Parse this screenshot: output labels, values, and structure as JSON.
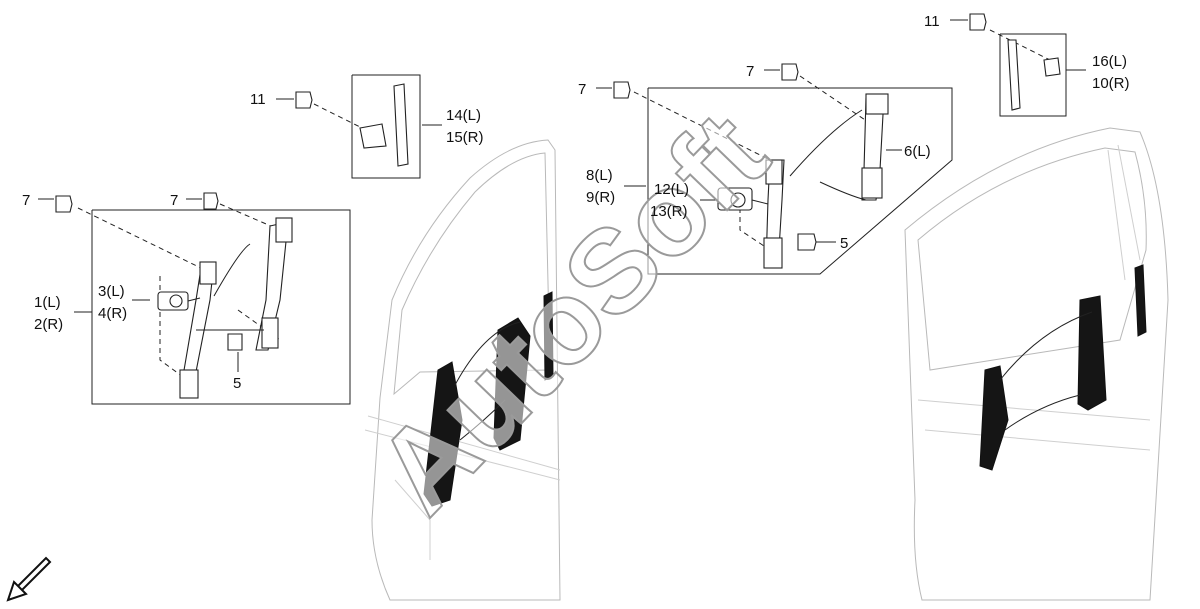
{
  "watermark": {
    "text": "AutoSoft"
  },
  "callouts": {
    "front_left_group": {
      "bolt_a": "7",
      "bolt_b": "7",
      "regulator_l": "1(L)",
      "regulator_r": "2(R)",
      "motor_l": "3(L)",
      "motor_r": "4(R)",
      "bolt_5": "5"
    },
    "front_channel": {
      "bolt": "11",
      "channel_l": "14(L)",
      "channel_r": "15(R)"
    },
    "rear_group": {
      "bolt_a": "7",
      "bolt_b": "7",
      "assy_l": "8(L)",
      "assy_r": "9(R)",
      "motor_l": "12(L)",
      "motor_r": "13(R)",
      "regulator_l": "6(L)",
      "bolt_5": "5"
    },
    "rear_channel": {
      "bolt": "11",
      "channel_l": "16(L)",
      "channel_r": "10(R)"
    }
  },
  "icons": {
    "direction": "front-direction-arrow-icon"
  },
  "colors": {
    "line": "#222222",
    "ghost": "#b9b9b9",
    "part_fill": "#151515"
  }
}
